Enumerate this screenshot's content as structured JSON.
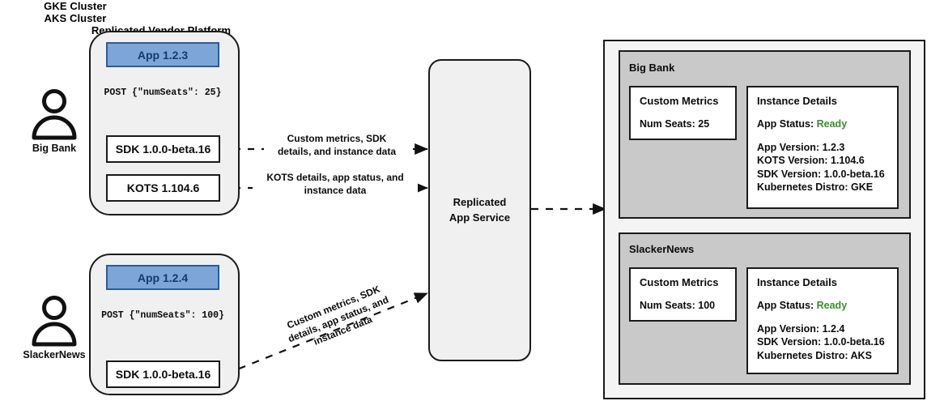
{
  "diagram": {
    "title_gke": "GKE Cluster",
    "title_aks": "AKS Cluster",
    "title_platform": "Replicated Vendor Platform"
  },
  "actors": [
    {
      "name": "Big Bank",
      "icon": "person-icon"
    },
    {
      "name": "SlackerNews",
      "icon": "person-icon"
    }
  ],
  "clusters": {
    "gke": {
      "title": "GKE Cluster",
      "app_box": "App 1.2.3",
      "post_label": "POST {\"numSeats\": 25}",
      "sdk_box": "SDK 1.0.0-beta.16",
      "kots_box": "KOTS 1.104.6"
    },
    "aks": {
      "title": "AKS Cluster",
      "app_box": "App 1.2.4",
      "post_label": "POST {\"numSeats\": 100}",
      "sdk_box": "SDK 1.0.0-beta.16"
    }
  },
  "service": {
    "line1": "Replicated",
    "line2": "App Service"
  },
  "edges": {
    "sdk_to_service": "Custom metrics, SDK\ndetails, and instance data",
    "sdk_to_service_l1": "Custom metrics, SDK",
    "sdk_to_service_l2": "details, and instance data",
    "kots_to_service_l1": "KOTS details, app status, and",
    "kots_to_service_l2": "instance data",
    "aks_to_service_l1": "Custom metrics, SDK",
    "aks_to_service_l2": "details, app status, and",
    "aks_to_service_l3": "instance data"
  },
  "platform": {
    "title": "Replicated Vendor Platform",
    "tenants": [
      {
        "name": "Big Bank",
        "metrics": {
          "title": "Custom Metrics",
          "lines": [
            "Num Seats: 25"
          ]
        },
        "instance": {
          "title": "Instance Details",
          "status_label": "App Status:",
          "status_value": "Ready",
          "lines": [
            "App Version: 1.2.3",
            "KOTS Version: 1.104.6",
            "SDK Version: 1.0.0-beta.16",
            "Kubernetes Distro: GKE"
          ]
        }
      },
      {
        "name": "SlackerNews",
        "metrics": {
          "title": "Custom Metrics",
          "lines": [
            "Num Seats: 100"
          ]
        },
        "instance": {
          "title": "Instance Details",
          "status_label": "App Status:",
          "status_value": "Ready",
          "lines": [
            "App Version: 1.2.4",
            "SDK Version: 1.0.0-beta.16",
            "Kubernetes Distro: AKS"
          ]
        }
      }
    ]
  },
  "colors": {
    "app_fill": "#7EA5D8",
    "app_border": "#2a5d96",
    "app_text": "#123c69",
    "cluster_fill": "#f0f0f0",
    "panel_fill": "#c9c9c9",
    "platform_fill": "#f4f4f4",
    "status_ready": "#3a8b2e",
    "stroke": "#1a1a1a"
  }
}
